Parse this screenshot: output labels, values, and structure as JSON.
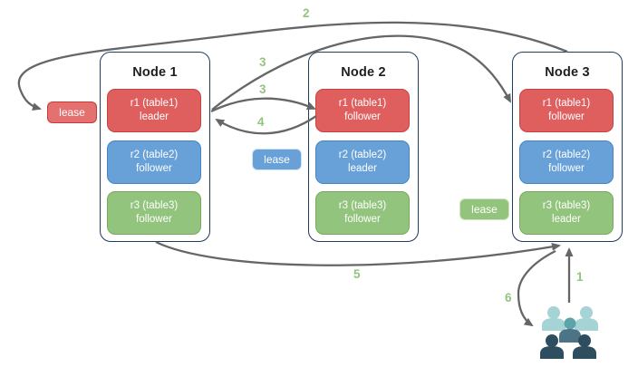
{
  "nodes": [
    {
      "title": "Node 1",
      "replicas": [
        {
          "line1": "r1 (table1)",
          "line2": "leader",
          "color": "red"
        },
        {
          "line1": "r2 (table2)",
          "line2": "follower",
          "color": "blue"
        },
        {
          "line1": "r3 (table3)",
          "line2": "follower",
          "color": "green"
        }
      ]
    },
    {
      "title": "Node 2",
      "replicas": [
        {
          "line1": "r1 (table1)",
          "line2": "follower",
          "color": "red"
        },
        {
          "line1": "r2 (table2)",
          "line2": "leader",
          "color": "blue"
        },
        {
          "line1": "r3 (table3)",
          "line2": "follower",
          "color": "green"
        }
      ]
    },
    {
      "title": "Node 3",
      "replicas": [
        {
          "line1": "r1 (table1)",
          "line2": "follower",
          "color": "red"
        },
        {
          "line1": "r2 (table2)",
          "line2": "follower",
          "color": "blue"
        },
        {
          "line1": "r3 (table3)",
          "line2": "leader",
          "color": "green"
        }
      ]
    }
  ],
  "leases": [
    {
      "label": "lease",
      "color": "red"
    },
    {
      "label": "lease",
      "color": "blue"
    },
    {
      "label": "lease",
      "color": "green"
    }
  ],
  "steps": [
    {
      "label": "2"
    },
    {
      "label": "3"
    },
    {
      "label": "3"
    },
    {
      "label": "4"
    },
    {
      "label": "5"
    },
    {
      "label": "6"
    },
    {
      "label": "1"
    }
  ],
  "icons": {
    "clients": "users-group-icon"
  },
  "colors": {
    "red_fill": "#df5f5f",
    "red_border": "#c94141",
    "blue_fill": "#68a1d8",
    "blue_border": "#4584c4",
    "green_fill": "#93c47d",
    "green_border": "#76a95c",
    "lease_red_fill": "#e57070",
    "lease_red_border": "#c73a3a",
    "lease_blue_border": "#cfe3f5",
    "lease_green_border": "#cde5c0",
    "node_border": "#1f3b5e",
    "arrow": "#666666",
    "step_label": "#93c47d",
    "teal_light": "#a6d3d6",
    "teal_mid": "#5da4aa",
    "slate_mid": "#4d7387",
    "slate_dark": "#2e4e60",
    "title_text": "#1f1f1f"
  }
}
